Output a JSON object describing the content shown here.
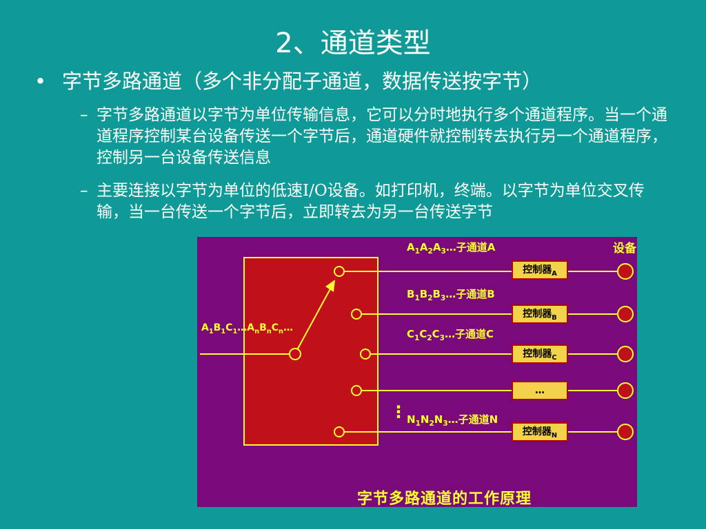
{
  "slide": {
    "title": "2、通道类型",
    "bullet": {
      "symbol": "•",
      "text": "字节多路通道（多个非分配子通道，数据传送按字节）"
    },
    "subpoints": [
      {
        "symbol": "–",
        "text": "字节多路通道以字节为单位传输信息，它可以分时地执行多个通道程序。当一个通道程序控制某台设备传送一个字节后，通道硬件就控制转去执行另一个通道程序，控制另一台设备传送信息"
      },
      {
        "symbol": "–",
        "text": "主要连接以字节为单位的低速I/O设备。如打印机，终端。以字节为单位交叉传输，当一台传送一个字节后，立即转去为另一台传送字节"
      }
    ]
  },
  "diagram": {
    "colors": {
      "background": "#7a0a7a",
      "block": "#c0101a",
      "line": "#ffff33",
      "controller": "#f2d34a"
    },
    "input_label": {
      "a": "A",
      "s1": "1",
      "b": "B",
      "s2": "1",
      "c": "C",
      "s3": "1",
      "mid": "…A",
      "n1": "n",
      "b2": "B",
      "n2": "n",
      "c2": "C",
      "n3": "n",
      "end": "…"
    },
    "device_label": "设备",
    "caption": "字节多路通道的工作原理",
    "vertical_dots": "⋮",
    "channels": [
      {
        "p": "A",
        "s1": "1",
        "s2": "2",
        "s3": "3",
        "suffix": "…子通道A",
        "ctrl_main": "控制器",
        "ctrl_sub": "A"
      },
      {
        "p": "B",
        "s1": "1",
        "s2": "2",
        "s3": "3",
        "suffix": "…子通道B",
        "ctrl_main": "控制器",
        "ctrl_sub": "B"
      },
      {
        "p": "C",
        "s1": "1",
        "s2": "2",
        "s3": "3",
        "suffix": "…子通道C",
        "ctrl_main": "控制器",
        "ctrl_sub": "C"
      },
      {
        "ctrl_main": "…",
        "ctrl_sub": ""
      },
      {
        "p": "N",
        "s1": "1",
        "s2": "2",
        "s3": "3",
        "suffix": "…子通道N",
        "ctrl_main": "控制器",
        "ctrl_sub": "N"
      }
    ]
  }
}
